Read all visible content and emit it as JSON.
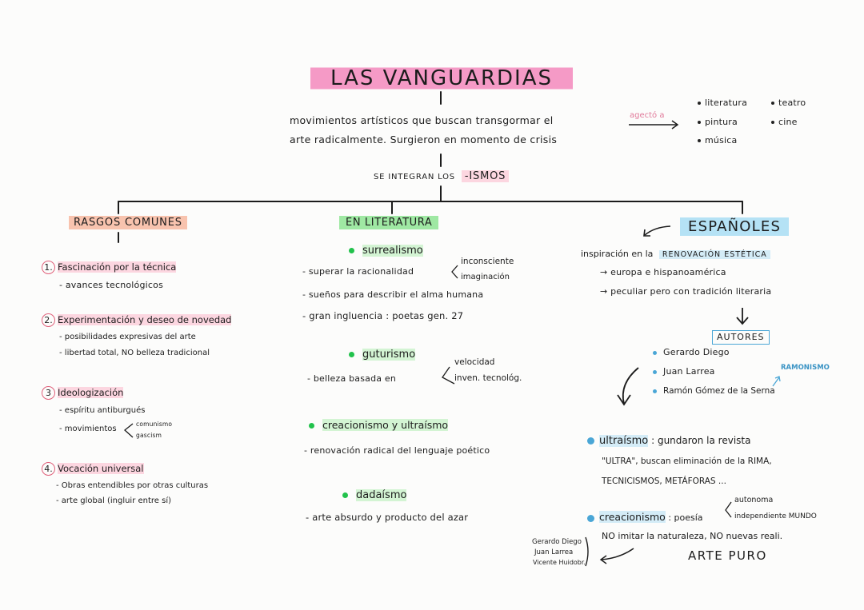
{
  "title": "LAS VANGUARDIAS",
  "definition": {
    "line1": "movimientos artísticos que buscan transgormar el",
    "line2": "arte radicalmente. Surgieron en momento de crisis"
  },
  "affected": {
    "label": "agectó a",
    "col1": [
      "literatura",
      "pintura",
      "música"
    ],
    "col2": [
      "teatro",
      "cine"
    ]
  },
  "integran": {
    "prefix": "SE INTEGRAN LOS",
    "highlight": "-ISMOS"
  },
  "rasgos": {
    "heading": "RASGOS COMUNES",
    "items": [
      {
        "num": "1.",
        "title": "Fascinación por la técnica",
        "subs": [
          "- avances tecnológicos"
        ]
      },
      {
        "num": "2.",
        "title": "Experimentación y deseo de novedad",
        "subs": [
          "- posibilidades expresivas del arte",
          "- libertad total, NO belleza tradicional"
        ]
      },
      {
        "num": "3",
        "title": "Ideologización",
        "subs": [
          "- espíritu antiburgués",
          "- movimientos"
        ]
      },
      {
        "num": "4.",
        "title": "Vocación universal",
        "subs": [
          "- Obras entendibles por otras culturas",
          "- arte global (ingluir entre sí)"
        ]
      }
    ],
    "movimientos_opts": [
      "comunismo",
      "gascism"
    ]
  },
  "literatura": {
    "heading": "EN LITERATURA",
    "surrealismo": {
      "name": "surrealismo",
      "l1": "- superar la racionalidad",
      "opts": [
        "inconsciente",
        "imaginación"
      ],
      "l2": "- sueños para describir el alma humana",
      "l3": "- gran ingluencia : poetas gen. 27"
    },
    "futurismo": {
      "name": "guturismo",
      "l1": "- belleza basada en",
      "opts": [
        "velocidad",
        "inven. tecnológ."
      ]
    },
    "creacionismo": {
      "name": "creacionismo y ultraísmo",
      "l1": "- renovación radical del lenguaje poético"
    },
    "dadaismo": {
      "name": "dadaísmo",
      "l1": "- arte absurdo y producto del azar"
    }
  },
  "espanoles": {
    "heading": "ESPAÑOLES",
    "inspiracion_prefix": "inspiración en la",
    "inspiracion_hl": "RENOVACIÓN ESTÉTICA",
    "l1": "→ europa e hispanoamérica",
    "l2": "→ peculiar pero con tradición literaria",
    "autores_label": "AUTORES",
    "autores": [
      "Gerardo Diego",
      "Juan Larrea",
      "Ramón Gómez de la Serna"
    ],
    "ramonismo": "RAMONISMO",
    "ultraismo": {
      "name": "ultraísmo",
      "l1": ": gundaron la revista",
      "l2": "\"ULTRA\", buscan eliminación de la RIMA,",
      "l3": "TECNICISMOS, METÁFORAS ..."
    },
    "creacionismo": {
      "name": "creacionismo",
      "l1": ": poesía",
      "opts": [
        "autonoma",
        "independiente MUNDO"
      ],
      "l2": "NO imitar la naturaleza, NO nuevas reali.",
      "l3": "ARTE PURO"
    },
    "side_authors": [
      "Gerardo Diego",
      "Juan Larrea",
      "Vicente Huidobr."
    ]
  },
  "colors": {
    "pink": "#f59ac6",
    "orange": "#f8c3ae",
    "green": "#9fe8a3",
    "blue": "#b5e2f5",
    "dot_green": "#22c24c",
    "dot_blue": "#4aa6d6"
  }
}
